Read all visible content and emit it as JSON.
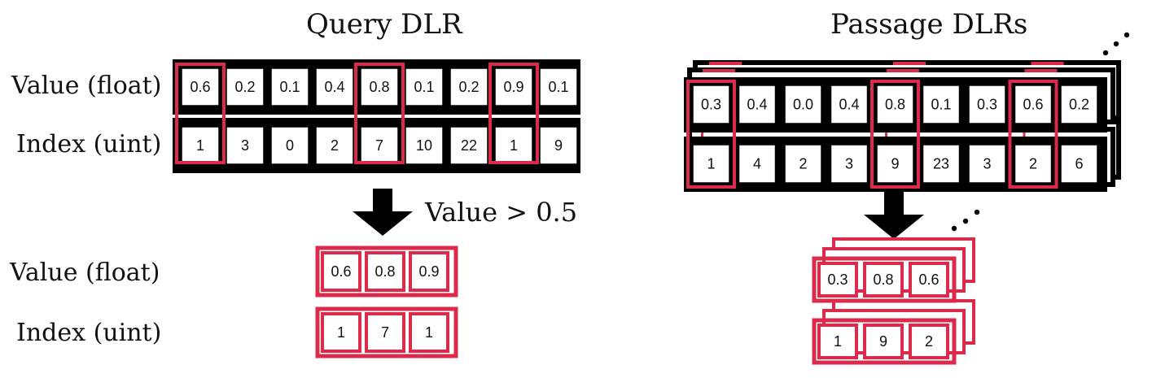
{
  "titles": {
    "query": "Query DLR",
    "passage": "Passage DLRs"
  },
  "row_labels": {
    "value": "Value (float)",
    "index": "Index (uint)",
    "value_out": "Value (float)",
    "index_out": "Index (uint)"
  },
  "filter_label": "Value > 0.5",
  "colors": {
    "accent": "#DC2A4A",
    "ink": "#000000"
  },
  "query": {
    "values": [
      "0.6",
      "0.2",
      "0.1",
      "0.4",
      "0.8",
      "0.1",
      "0.2",
      "0.9",
      "0.1"
    ],
    "indices": [
      "1",
      "3",
      "0",
      "2",
      "7",
      "10",
      "22",
      "1",
      "9"
    ],
    "selected": [
      0,
      4,
      7
    ],
    "out_values": [
      "0.6",
      "0.8",
      "0.9"
    ],
    "out_indices": [
      "1",
      "7",
      "1"
    ]
  },
  "passage": {
    "values": [
      "0.3",
      "0.4",
      "0.0",
      "0.4",
      "0.8",
      "0.1",
      "0.3",
      "0.6",
      "0.2"
    ],
    "indices": [
      "1",
      "4",
      "2",
      "3",
      "9",
      "23",
      "3",
      "2",
      "6"
    ],
    "selected": [
      0,
      4,
      7
    ],
    "out_values": [
      "0.3",
      "0.8",
      "0.6"
    ],
    "out_indices": [
      "1",
      "9",
      "2"
    ]
  }
}
